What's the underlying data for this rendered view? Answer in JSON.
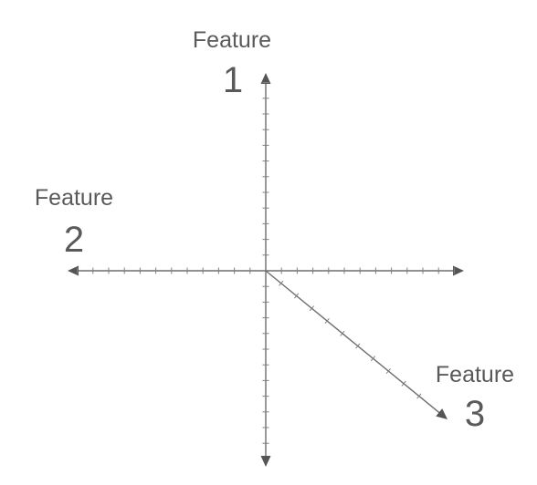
{
  "axes": [
    {
      "id": "feature-1",
      "word": "Feature",
      "number": "1"
    },
    {
      "id": "feature-2",
      "word": "Feature",
      "number": "2"
    },
    {
      "id": "feature-3",
      "word": "Feature",
      "number": "3"
    }
  ],
  "colors": {
    "axis_line": "#6e6e6e",
    "arrowhead": "#555555",
    "label_text": "#5a5a5a",
    "background": "#ffffff"
  }
}
